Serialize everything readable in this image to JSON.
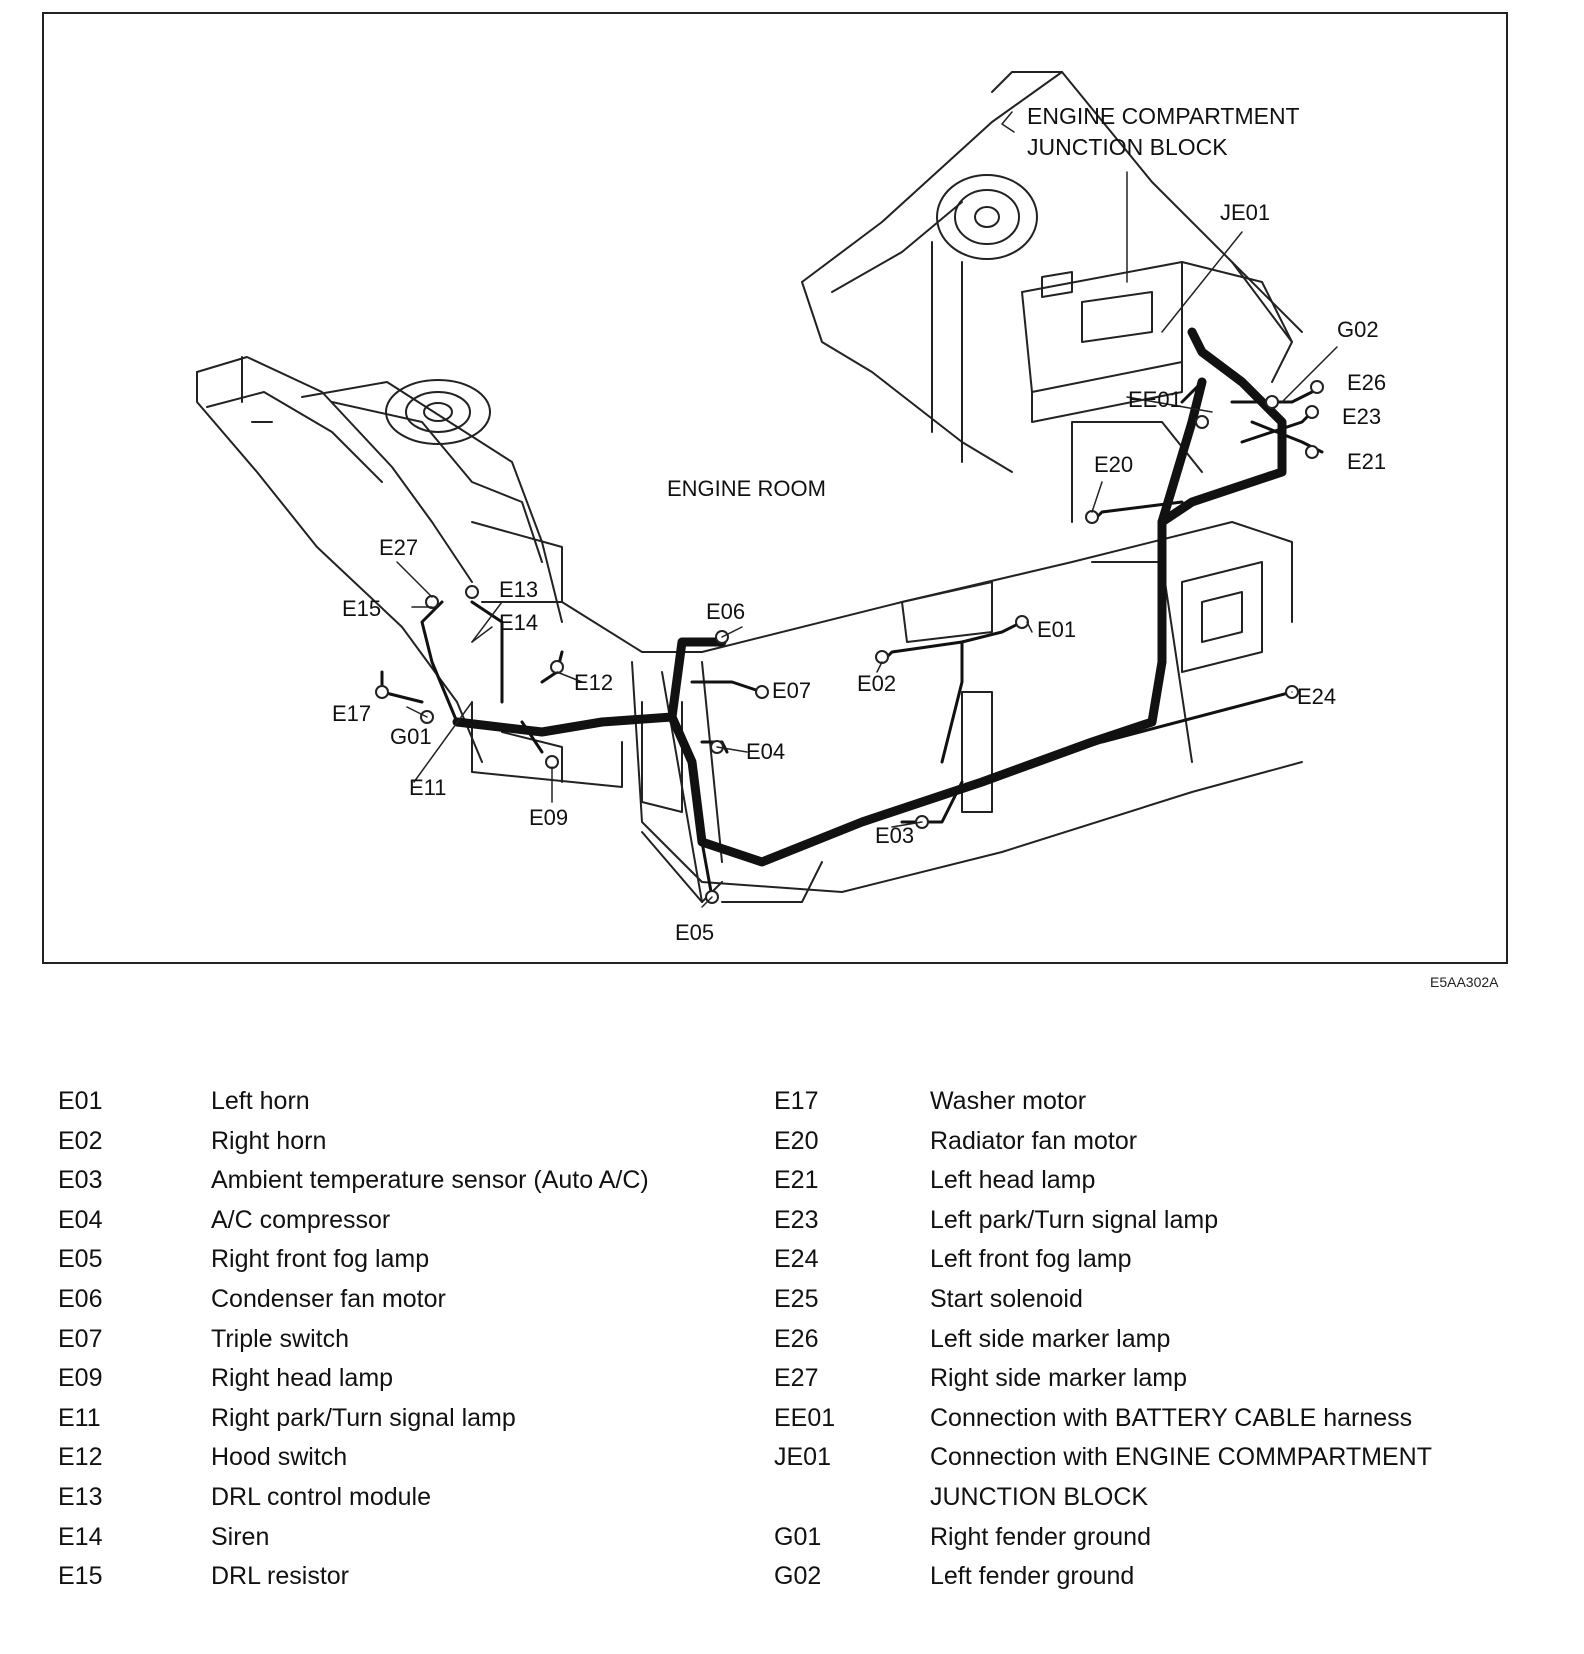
{
  "diagram": {
    "labels": {
      "engine_compartment_line1": "ENGINE COMPARTMENT",
      "engine_compartment_line2": "JUNCTION BLOCK",
      "je01": "JE01",
      "g02": "G02",
      "e26": "E26",
      "e23": "E23",
      "e21": "E21",
      "ee01": "EE01",
      "e20": "E20",
      "engine_room": "ENGINE ROOM",
      "e27": "E27",
      "e13": "E13",
      "e15": "E15",
      "e14": "E14",
      "e06": "E06",
      "e12": "E12",
      "e01": "E01",
      "e02": "E02",
      "e07": "E07",
      "e24": "E24",
      "e17": "E17",
      "g01": "G01",
      "e04": "E04",
      "e11": "E11",
      "e09": "E09",
      "e03": "E03",
      "e05": "E05"
    },
    "figure_code": "E5AA302A"
  },
  "legend_left": [
    {
      "code": "E01",
      "desc": "Left horn"
    },
    {
      "code": "E02",
      "desc": "Right horn"
    },
    {
      "code": "E03",
      "desc": "Ambient temperature sensor (Auto A/C)"
    },
    {
      "code": "E04",
      "desc": "A/C compressor"
    },
    {
      "code": "E05",
      "desc": "Right front fog lamp"
    },
    {
      "code": "E06",
      "desc": "Condenser fan motor"
    },
    {
      "code": "E07",
      "desc": "Triple switch"
    },
    {
      "code": "E09",
      "desc": "Right head lamp"
    },
    {
      "code": "E11",
      "desc": "Right park/Turn signal lamp"
    },
    {
      "code": "E12",
      "desc": "Hood switch"
    },
    {
      "code": "E13",
      "desc": "DRL control module"
    },
    {
      "code": "E14",
      "desc": "Siren"
    },
    {
      "code": "E15",
      "desc": "DRL resistor"
    }
  ],
  "legend_right": [
    {
      "code": "E17",
      "desc": "Washer motor"
    },
    {
      "code": "E20",
      "desc": "Radiator fan motor"
    },
    {
      "code": "E21",
      "desc": "Left head lamp"
    },
    {
      "code": "E23",
      "desc": "Left park/Turn signal lamp"
    },
    {
      "code": "E24",
      "desc": "Left front fog lamp"
    },
    {
      "code": "E25",
      "desc": "Start solenoid"
    },
    {
      "code": "E26",
      "desc": "Left side marker lamp"
    },
    {
      "code": "E27",
      "desc": "Right side marker lamp"
    },
    {
      "code": "EE01",
      "desc": "Connection with BATTERY CABLE harness"
    },
    {
      "code": "JE01",
      "desc": "Connection with ENGINE COMMPARTMENT"
    },
    {
      "code": "",
      "desc": "JUNCTION BLOCK"
    },
    {
      "code": "G01",
      "desc": "Right fender ground"
    },
    {
      "code": "G02",
      "desc": "Left fender ground"
    }
  ]
}
